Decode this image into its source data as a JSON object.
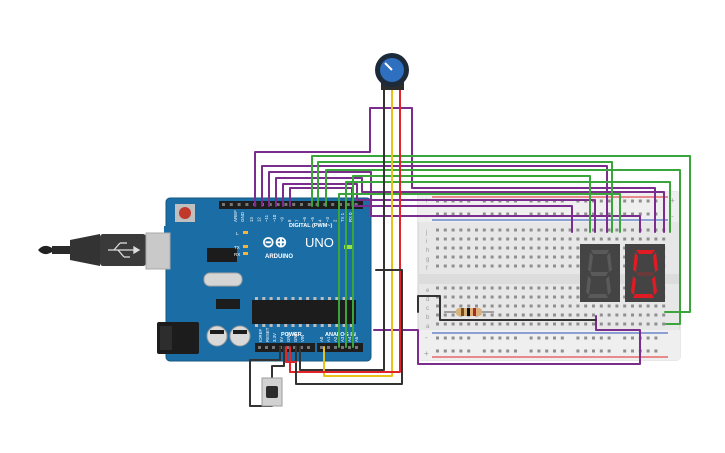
{
  "board": {
    "logo_text": "UNO",
    "brand": "ARDUINO",
    "digital_label": "DIGITAL (PWM~)",
    "power_label": "POWER",
    "analog_label": "ANALOG IN",
    "aref": "AREF",
    "gnd": "GND",
    "led_l": "L",
    "led_tx": "TX",
    "led_rx": "RX",
    "digital_pins": [
      "13",
      "12",
      "~11",
      "~10",
      "~9",
      "8",
      "7",
      "~6",
      "~5",
      "4",
      "~3",
      "2",
      "TX 1",
      "RX 0"
    ],
    "power_pins": [
      "IOREF",
      "RESET",
      "3.3V",
      "5V",
      "GND",
      "GND",
      "VIN"
    ],
    "analog_pins": [
      "A0",
      "A1",
      "A2",
      "A3",
      "A4",
      "A5"
    ]
  },
  "breadboard": {
    "row_letters_top": [
      "j",
      "i",
      "h",
      "g",
      "f"
    ],
    "row_letters_bottom": [
      "e",
      "d",
      "c",
      "b",
      "a"
    ],
    "rail_plus": "+",
    "rail_minus": "-"
  },
  "seven_segment": {
    "left_state": "off",
    "right_digit": "0"
  },
  "colors": {
    "wire_purple": "#7b2d8e",
    "wire_green": "#3aa53a",
    "wire_red": "#e0242a",
    "wire_yellow": "#e8c21a",
    "wire_black": "#333333",
    "board_blue": "#1b6ea5",
    "segment_on": "#e01b24"
  }
}
